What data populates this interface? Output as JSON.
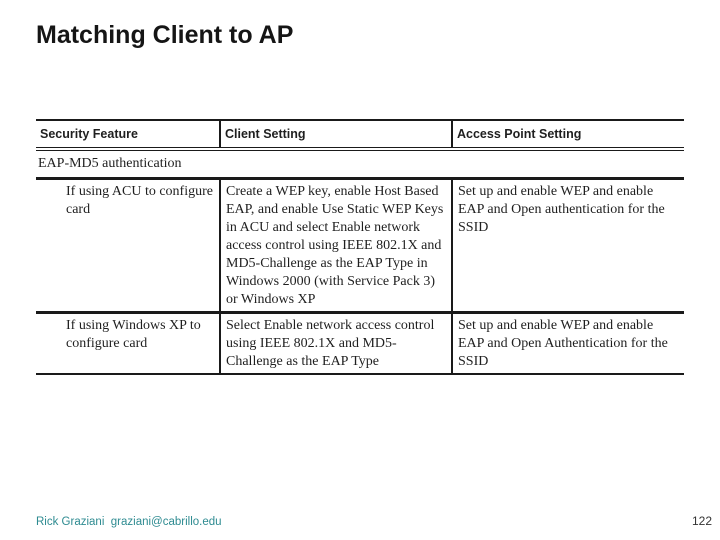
{
  "slide": {
    "title": "Matching Client to AP",
    "footer": {
      "author": "Rick Graziani  graziani@cabrillo.edu",
      "page_number": "122"
    }
  },
  "colors": {
    "text": "#1f1f1f",
    "border": "#1a1a1a",
    "footer_teal": "#2e8b91",
    "page_number": "#333333"
  },
  "table": {
    "headers": [
      "Security Feature",
      "Client Setting",
      "Access Point Setting"
    ],
    "rows": [
      {
        "span": true,
        "feature": "EAP-MD5 authentication"
      },
      {
        "feature": "If using ACU to configure card",
        "client_setting": "Create a WEP key, enable Host Based EAP, and enable Use Static WEP Keys in ACU and select Enable network access control using IEEE 802.1X and MD5-Challenge as the EAP Type in Windows 2000 (with Service Pack 3) or Windows XP",
        "access_point_setting": "Set up and enable WEP and enable EAP and Open authentication for the SSID"
      },
      {
        "feature": "If using Windows XP to configure card",
        "client_setting": "Select Enable network access control using IEEE 802.1X and MD5-Challenge as the EAP Type",
        "access_point_setting": "Set up and enable WEP and enable EAP and Open Authentication for the SSID"
      }
    ]
  }
}
